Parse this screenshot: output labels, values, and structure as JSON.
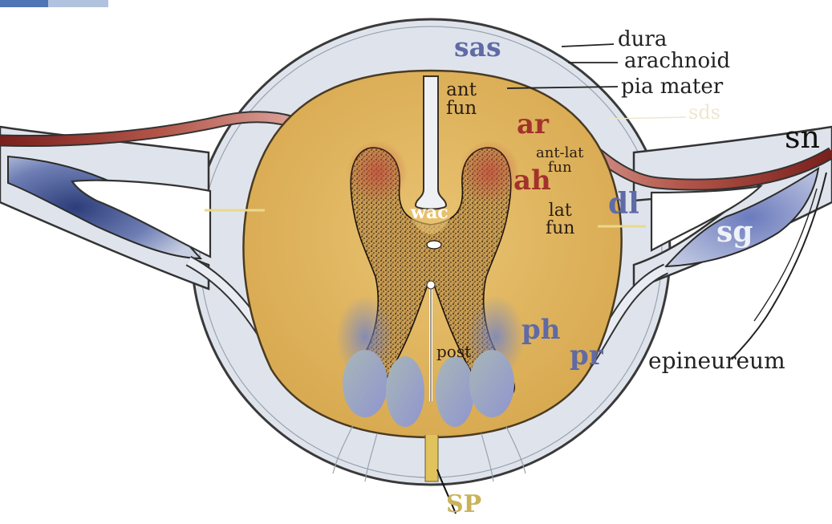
{
  "diagram": {
    "labels": {
      "sas": "sas",
      "dura": "dura",
      "arachnoid": "arachnoid",
      "pia_mater": "pia mater",
      "sds": "sds",
      "sn": "sn",
      "ant_fun_1": "ant",
      "ant_fun_2": "fun",
      "ar": "ar",
      "ant_lat_fun_1": "ant-lat",
      "ant_lat_fun_2": "fun",
      "ah": "ah",
      "wac": "wac",
      "lat_fun_1": "lat",
      "lat_fun_2": "fun",
      "dl": "dl",
      "sg": "sg",
      "ph": "ph",
      "pr": "pr",
      "post": "post",
      "epineureum": "epineureum",
      "sp": "SP"
    },
    "colors": {
      "dura": "#dfe4ec",
      "cord": "#ddb35c",
      "gray_matter": "#2a1d14",
      "anterior_root": "#b0453a",
      "posterior_root": "#5f6aa6",
      "overlay_ovals": "#9aa7c8"
    }
  }
}
